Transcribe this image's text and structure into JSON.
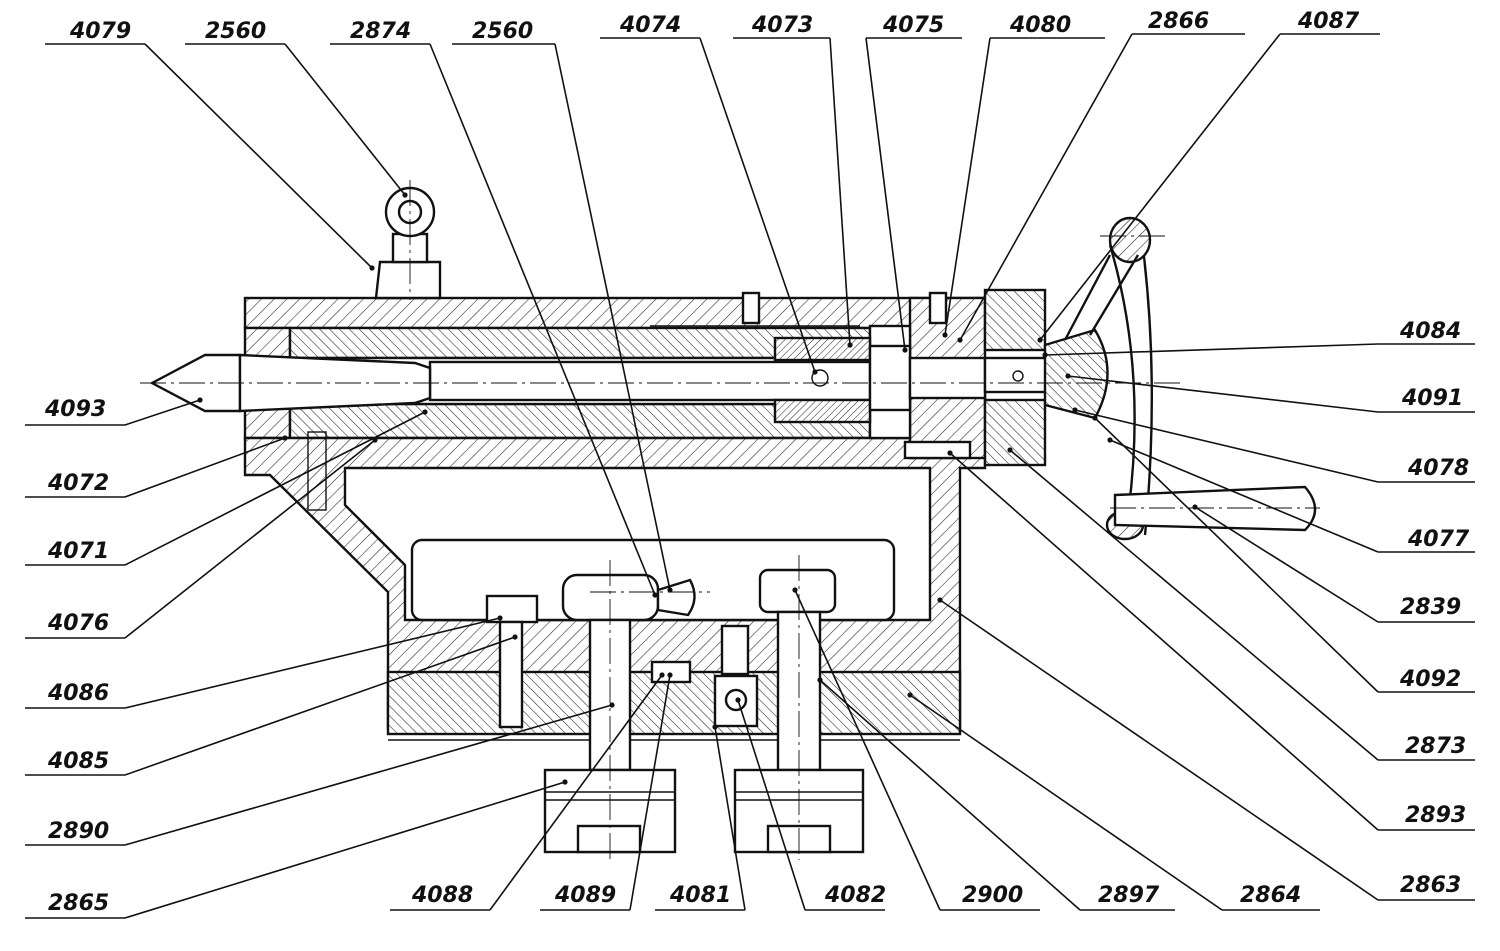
{
  "drawing": {
    "callouts": [
      {
        "label": "4079",
        "side": "top"
      },
      {
        "label": "2560",
        "side": "top"
      },
      {
        "label": "2874",
        "side": "top"
      },
      {
        "label": "2560",
        "side": "top"
      },
      {
        "label": "4074",
        "side": "top"
      },
      {
        "label": "4073",
        "side": "top"
      },
      {
        "label": "4075",
        "side": "top"
      },
      {
        "label": "4080",
        "side": "top"
      },
      {
        "label": "2866",
        "side": "top"
      },
      {
        "label": "4087",
        "side": "top"
      },
      {
        "label": "4084",
        "side": "right"
      },
      {
        "label": "4091",
        "side": "right"
      },
      {
        "label": "4078",
        "side": "right"
      },
      {
        "label": "4077",
        "side": "right"
      },
      {
        "label": "2839",
        "side": "right"
      },
      {
        "label": "4092",
        "side": "right"
      },
      {
        "label": "2873",
        "side": "right"
      },
      {
        "label": "2893",
        "side": "right"
      },
      {
        "label": "2863",
        "side": "right"
      },
      {
        "label": "4093",
        "side": "left"
      },
      {
        "label": "4072",
        "side": "left"
      },
      {
        "label": "4071",
        "side": "left"
      },
      {
        "label": "4076",
        "side": "left"
      },
      {
        "label": "4086",
        "side": "left"
      },
      {
        "label": "4085",
        "side": "left"
      },
      {
        "label": "2890",
        "side": "left"
      },
      {
        "label": "2865",
        "side": "left"
      },
      {
        "label": "4088",
        "side": "bottom"
      },
      {
        "label": "4089",
        "side": "bottom"
      },
      {
        "label": "4081",
        "side": "bottom"
      },
      {
        "label": "4082",
        "side": "bottom"
      },
      {
        "label": "2900",
        "side": "bottom"
      },
      {
        "label": "2897",
        "side": "bottom"
      },
      {
        "label": "2864",
        "side": "bottom"
      }
    ]
  }
}
